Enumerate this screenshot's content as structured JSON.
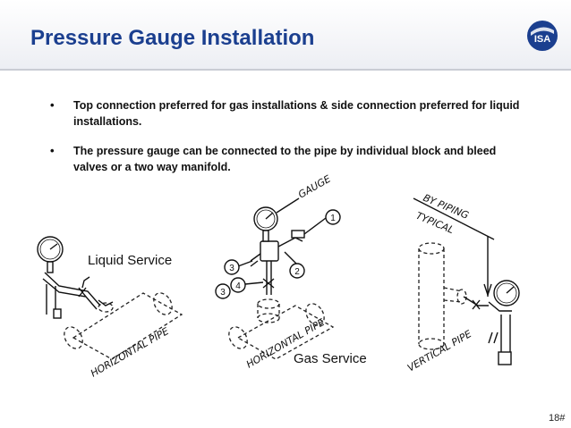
{
  "header": {
    "title": "Pressure Gauge Installation",
    "logo_text": "ISA"
  },
  "bullets": [
    "Top connection preferred for gas installations & side connection preferred for liquid installations.",
    "The pressure gauge can be connected to the pipe by individual block and bleed valves or a two way manifold."
  ],
  "diagram": {
    "liquid_service_label": "Liquid Service",
    "gas_service_label": "Gas Service",
    "horizontal_pipe_text": "HORIZONTAL PIPE",
    "gauge_text": "GAUGE",
    "by_piping_text": "BY PIPING",
    "typical_text": "TYPICAL",
    "vertical_pipe_text": "VERTICAL PIPE",
    "callouts": [
      "1",
      "2",
      "3",
      "3",
      "4"
    ]
  },
  "footer": {
    "page_number": "18#"
  },
  "colors": {
    "title": "#1b3f8f",
    "header_band": "#eceef3",
    "text": "#111111"
  }
}
